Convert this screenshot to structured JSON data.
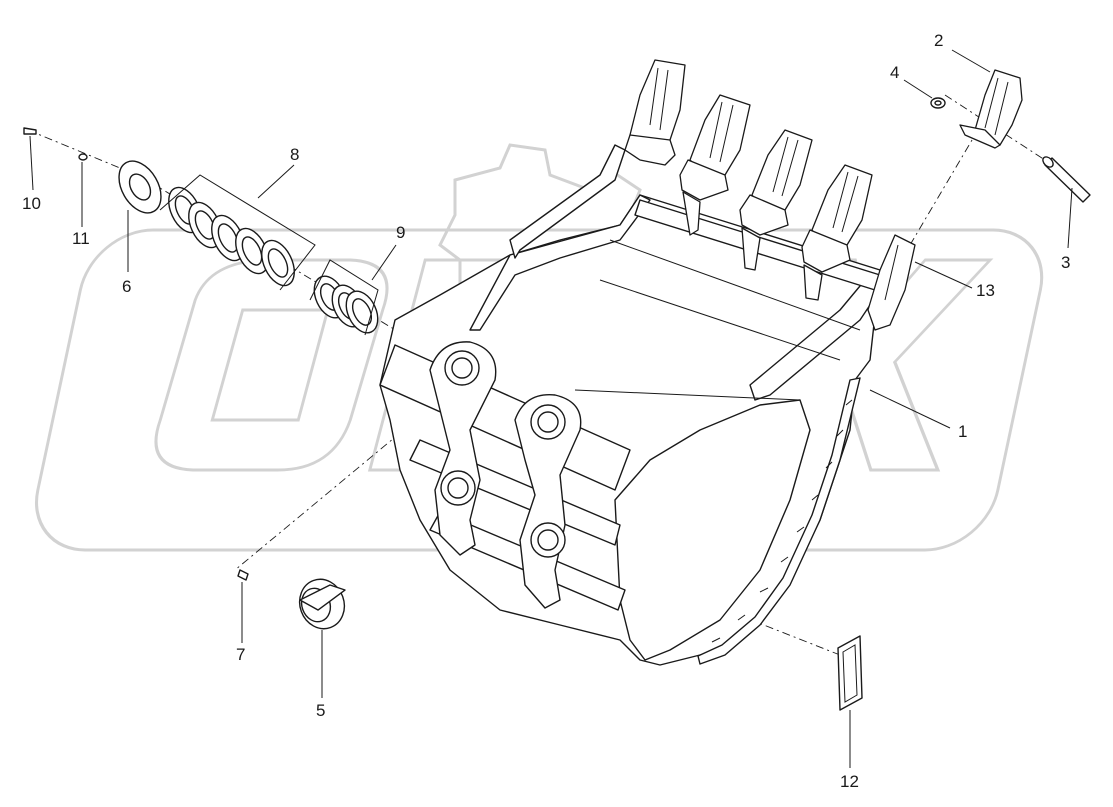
{
  "colors": {
    "background": "#ffffff",
    "line": "#1a1a1a",
    "watermark": "#d2d2d2"
  },
  "diagram": {
    "watermark_text": "OPEX",
    "callouts": [
      {
        "id": "c1",
        "label": "1"
      },
      {
        "id": "c2",
        "label": "2"
      },
      {
        "id": "c3",
        "label": "3"
      },
      {
        "id": "c4",
        "label": "4"
      },
      {
        "id": "c5",
        "label": "5"
      },
      {
        "id": "c6",
        "label": "6"
      },
      {
        "id": "c7",
        "label": "7"
      },
      {
        "id": "c8",
        "label": "8"
      },
      {
        "id": "c9",
        "label": "9"
      },
      {
        "id": "c10",
        "label": "10"
      },
      {
        "id": "c11",
        "label": "11"
      },
      {
        "id": "c12",
        "label": "12"
      },
      {
        "id": "c13",
        "label": "13"
      }
    ]
  }
}
